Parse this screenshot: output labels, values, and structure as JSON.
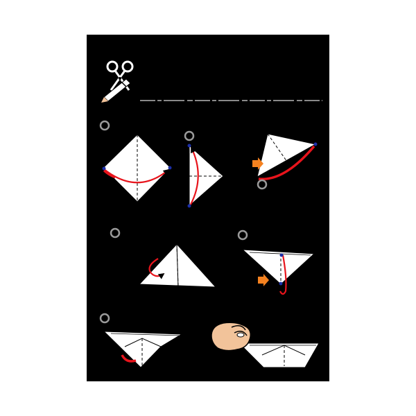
{
  "sheet": {
    "background": "#000000"
  },
  "colors": {
    "paper": "#ffffff",
    "outline": "#000000",
    "fold_arrow": "#e8141c",
    "push_arrow": "#f58220",
    "corner_dot": "#1b2fa8",
    "step_circle": "#9a9a9a",
    "skin": "#f2c39a",
    "caption_line": "#8a8a8a"
  },
  "header": {
    "scissors_icon": "scissors-icon",
    "pencil_icon": "pencil-icon",
    "caption_text": ""
  },
  "steps": [
    {
      "id": 1,
      "label": "",
      "model": "square-diamond",
      "arrow": "fold-left-corner-to-right"
    },
    {
      "id": 2,
      "label": "",
      "model": "vertical-triangle",
      "arrow": "fold-bottom-to-top"
    },
    {
      "id": 3,
      "label": "",
      "model": "tilted-triangle",
      "arrow": "push-and-fold"
    },
    {
      "id": 4,
      "label": "",
      "model": "mountain-triangle",
      "arrow": "fold-flap-up"
    },
    {
      "id": 5,
      "label": "",
      "model": "inverted-triangle",
      "arrow": "push-and-fold"
    },
    {
      "id": 6,
      "label": "",
      "model": "boat-open",
      "arrow": "pull-sides"
    },
    {
      "id": 7,
      "label": "",
      "model": "boat-finished",
      "icon": "hand-icon"
    }
  ]
}
